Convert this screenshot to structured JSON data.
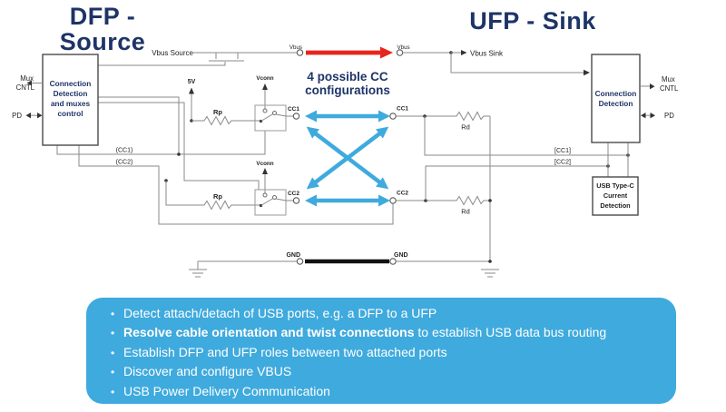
{
  "titles": {
    "dfp_line1": "DFP -",
    "dfp_line2": "Source",
    "ufp": "UFP - Sink"
  },
  "colors": {
    "navy_heading": "#1e3467",
    "accent_blue": "#3faadd",
    "vbus_red": "#e8251c",
    "wire_gray": "#8a8a8a"
  },
  "blocks": {
    "dfp": {
      "lines": [
        "Connection",
        "Detection",
        "and muxes",
        "control"
      ]
    },
    "ufp": {
      "lines": [
        "Connection",
        "Detection"
      ]
    },
    "usbc": {
      "lines": [
        "USB Type-C",
        "Current",
        "Detection"
      ]
    }
  },
  "labels": {
    "mux_line1": "Mux",
    "mux_line2": "CNTL",
    "pd": "PD",
    "vbus_source": "Vbus Source",
    "vbus": "Vbus",
    "vbus_sink": "Vbus Sink",
    "v5": "5V",
    "vconn": "Vconn",
    "rp": "Rp",
    "rd": "Rd",
    "cc1": "CC1",
    "cc2": "CC2",
    "cc1_paren": "(CC1)",
    "cc2_paren": "(CC2)",
    "cc1_brack": "[CC1]",
    "cc2_brack": "[CC2]",
    "gnd": "GND",
    "config_line1": "4 possible CC",
    "config_line2": "configurations"
  },
  "panel": {
    "bullet": "•",
    "items": [
      {
        "text": "Detect attach/detach of USB ports, e.g. a DFP to a UFP"
      },
      {
        "bold": "Resolve cable orientation and twist connections",
        "text": " to establish USB data bus routing"
      },
      {
        "text": "Establish DFP and UFP roles between two attached ports"
      },
      {
        "text": "Discover and configure VBUS"
      },
      {
        "text": "USB Power Delivery Communication"
      }
    ]
  }
}
